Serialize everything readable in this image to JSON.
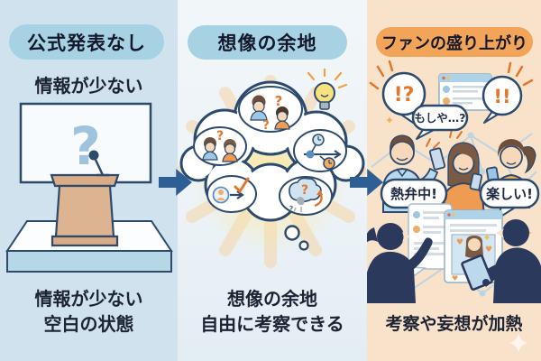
{
  "infographic": {
    "panels": {
      "left": {
        "badge": "公式発表なし",
        "subtitle": "情報が少ない",
        "caption_line1": "情報が少ない",
        "caption_line2": "空白の状態",
        "board_mark": "?"
      },
      "middle": {
        "badge": "想像の余地",
        "caption_line1": "想像の余地",
        "caption_line2": "自由に考察できる",
        "question_mark": "?"
      },
      "right": {
        "badge": "ファンの盛り上がり",
        "bubble_surprise": "!?",
        "bubble_maybe": "もしや…?",
        "bubble_excited": "!!",
        "bubble_talking": "熱弁中!",
        "bubble_fun": "楽しい!",
        "caption": "考察や妄想が加熱"
      }
    },
    "colors": {
      "left_bg": "#cfe2ed",
      "middle_bg": "#edf3f7",
      "right_bg": "#f9e2ca",
      "badge_blue": "#a6d2e4",
      "badge_orange": "#f2a458",
      "arrow": "#2e5f94",
      "outline_navy": "#2c4a6e",
      "accent_orange": "#e2762d",
      "text": "#1c2333",
      "silhouette": "#2b3a5c",
      "podium_tan": "#d9ac86",
      "sun_glow": "#fbe79e"
    },
    "icons": {
      "arrow-right": "block-arrow",
      "question-mark": "?",
      "lightbulb": "bulb-shape",
      "microphone": "mic-shape",
      "heart": "♥",
      "sparkle": "four-point-star"
    }
  }
}
